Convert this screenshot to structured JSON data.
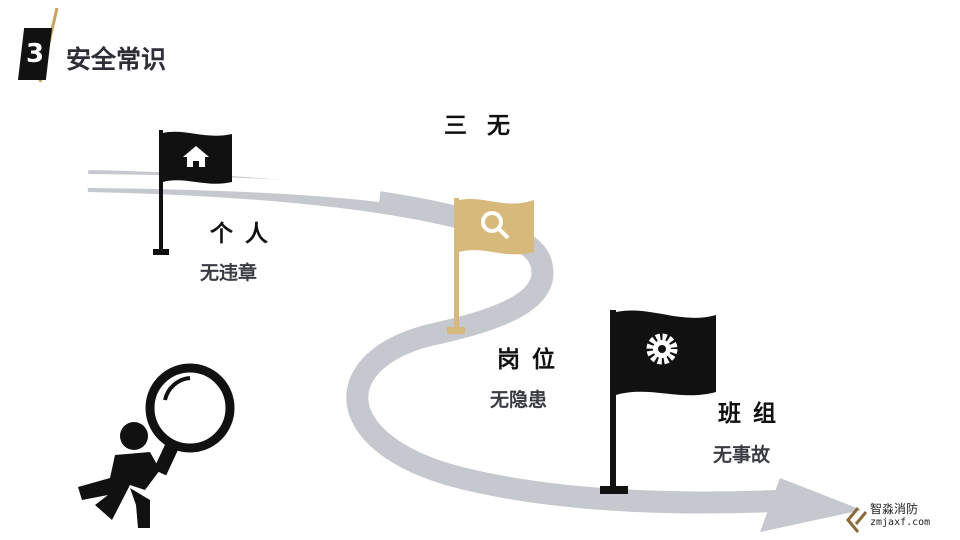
{
  "header": {
    "section_number": "3",
    "title": "安全常识"
  },
  "main_title": "三 无",
  "steps": [
    {
      "title": "个 人",
      "subtitle": "无违章",
      "icon": "home-icon",
      "flag_color": "#111111"
    },
    {
      "title": "岗 位",
      "subtitle": "无隐患",
      "icon": "search-icon",
      "flag_color": "#d8b97c"
    },
    {
      "title": "班 组",
      "subtitle": "无事故",
      "icon": "gear-icon",
      "flag_color": "#111111"
    }
  ],
  "watermark": {
    "name": "智淼消防",
    "url": "zmjaxf.com"
  },
  "colors": {
    "accent": "#c9a35e",
    "road": "#c5c8cf"
  }
}
